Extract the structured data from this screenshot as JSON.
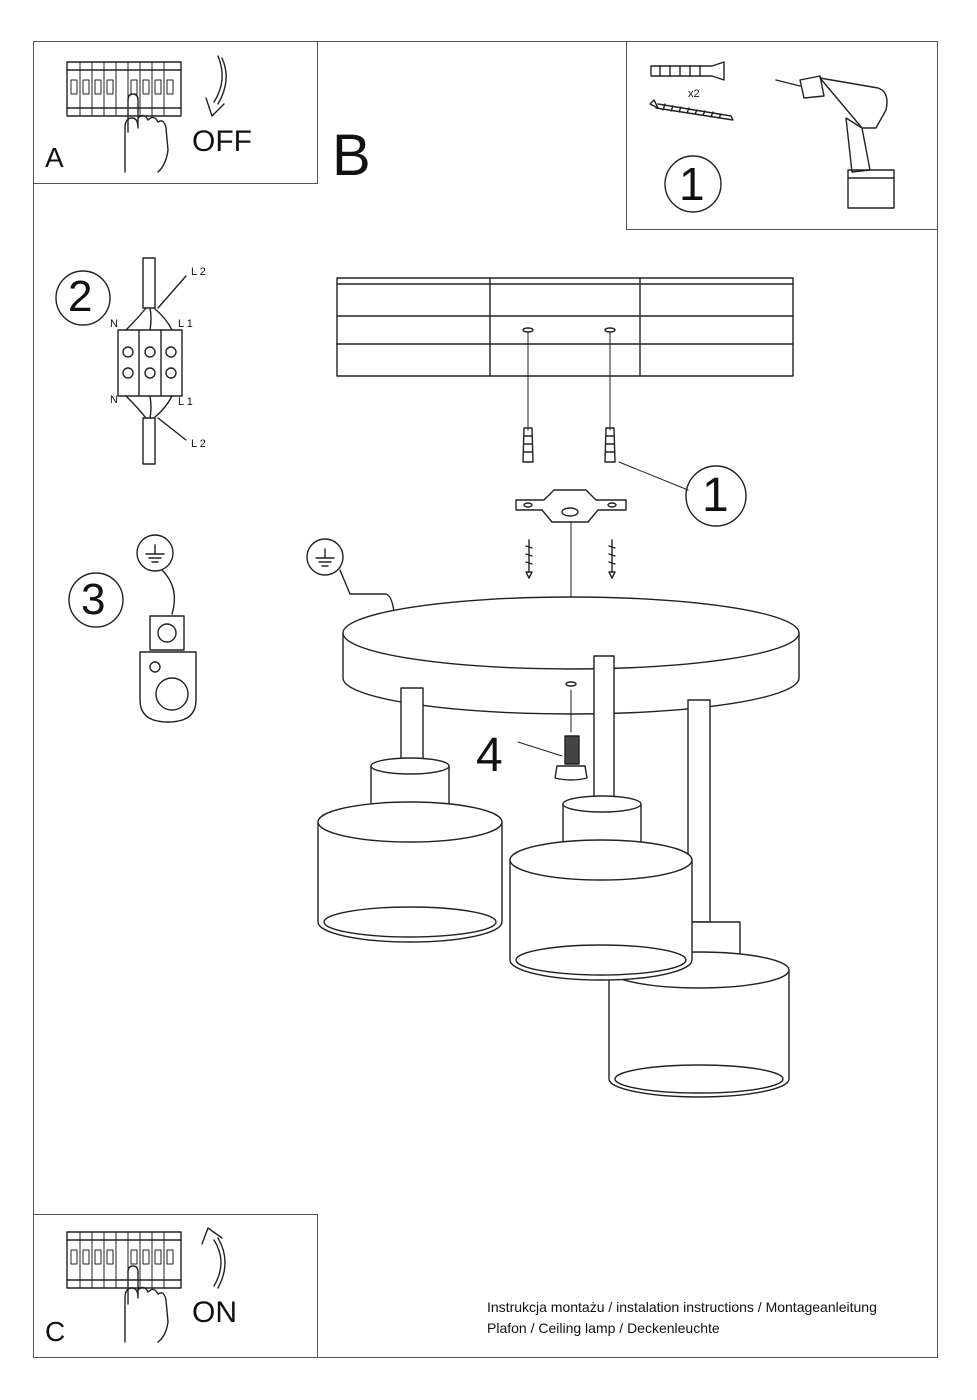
{
  "panels": {
    "a": {
      "letter": "A",
      "switch_label": "OFF"
    },
    "b": {
      "letter": "B"
    },
    "c": {
      "letter": "C",
      "switch_label": "ON"
    }
  },
  "tools": {
    "step": "1",
    "quantity": "x2"
  },
  "steps": {
    "wiring": {
      "number": "2",
      "labels": {
        "n_top": "N",
        "l1_top": "L 1",
        "l2_top": "L 2",
        "n_bottom": "N",
        "l1_bottom": "L 1",
        "l2_bottom": "L 2"
      }
    },
    "ground": {
      "number": "3"
    },
    "mounting": {
      "number": "1"
    },
    "bulb": {
      "number": "4"
    }
  },
  "footer": {
    "line1": "Instrukcja montażu / instalation instructions / Montageanleitung",
    "line2": "Plafon / Ceiling lamp / Deckenleuchte"
  },
  "colors": {
    "line": "#222222",
    "frame": "#555555",
    "background": "#ffffff"
  }
}
